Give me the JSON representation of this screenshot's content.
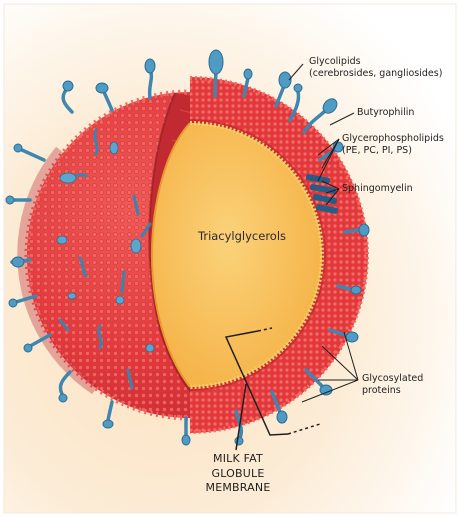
{
  "labels": {
    "glycolipids": "Glycolipids",
    "glycolipids_detail": "(cerebrosides, gangliosides)",
    "butyrophilin": "Butyrophilin",
    "glycerophospholipids": "Glycerophospholipids",
    "glycerophospholipids_detail": "(PE, PC, PI, PS)",
    "sphingomyelin": "Sphingomyelin",
    "triacylglycerols": "Triacylglycerols",
    "glycosylated": "Glycosylated",
    "proteins": "proteins",
    "membrane_line1": "MILK FAT",
    "membrane_line2": "GLOBULE",
    "membrane_line3": "MEMBRANE"
  },
  "colors": {
    "background_glow": "#fbe2c0",
    "membrane_red": "#e2383b",
    "membrane_dark_red": "#b81f2a",
    "lipid_head": "#f2524e",
    "core_fill": "#f6b64a",
    "core_light": "#fbd27a",
    "inner_monolayer": "#f2d36b",
    "protein_blue": "#4e9bc3",
    "protein_dark": "#2d6d95"
  }
}
